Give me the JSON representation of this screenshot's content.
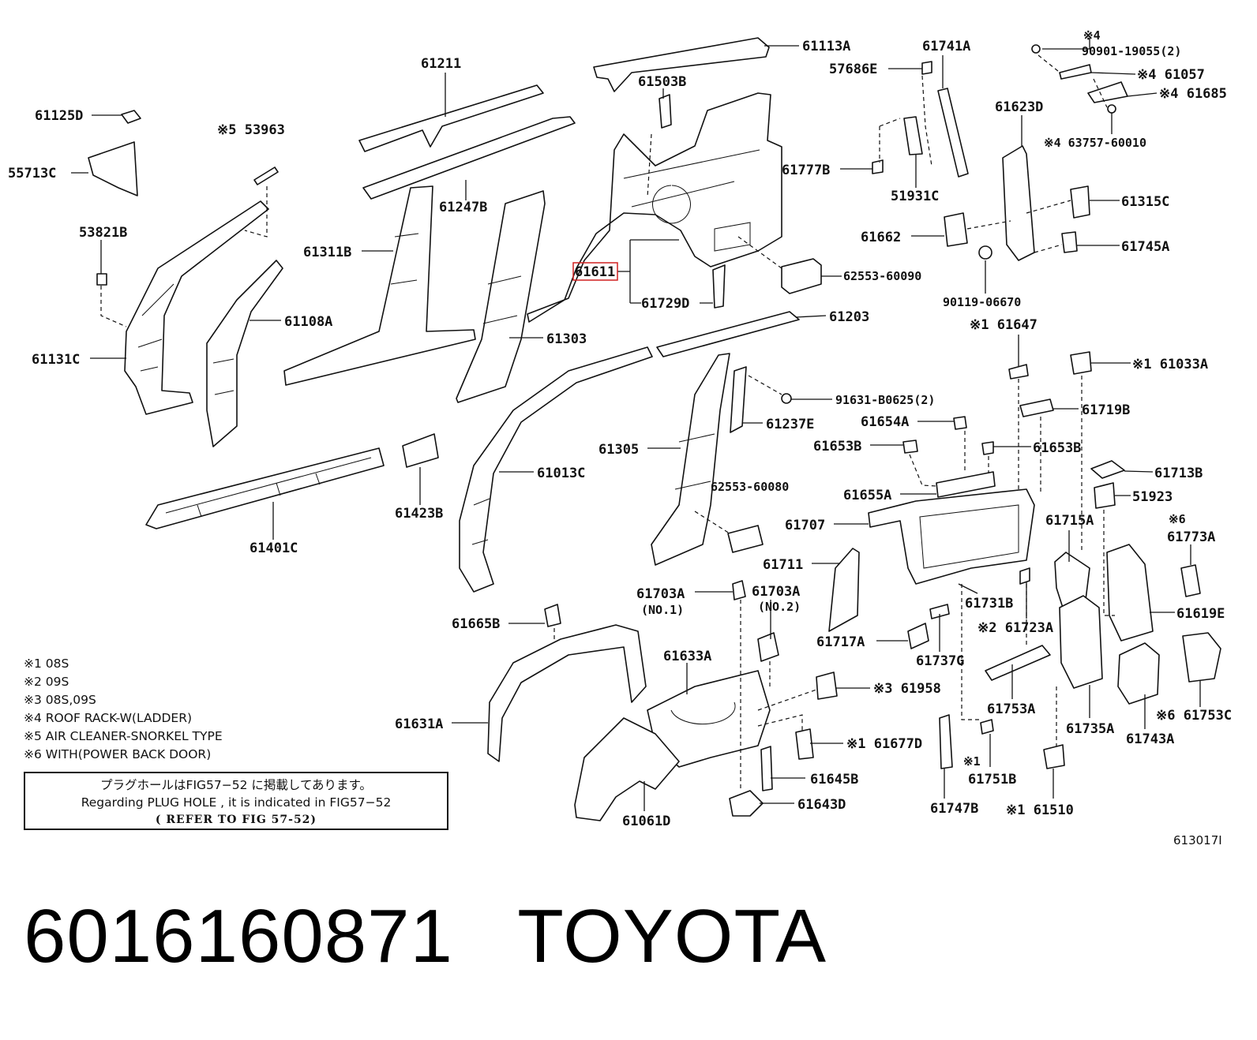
{
  "labels": {
    "p61211": "61211",
    "p61113A": "61113A",
    "p61741A": "61741A",
    "p57686E": "57686E",
    "p61503B": "61503B",
    "p90901": "90901-19055(2)",
    "p90901_mark": "※4",
    "p61057": "※4 61057",
    "p61685": "※4 61685",
    "p63757": "※4 63757-60010",
    "p61125D": "61125D",
    "p53963": "※5 53963",
    "p55713C": "55713C",
    "p61247B": "61247B",
    "p61623D": "61623D",
    "p61777B": "61777B",
    "p51931C": "51931C",
    "p61315C": "61315C",
    "p53821B": "53821B",
    "p61311B": "61311B",
    "p61662": "61662",
    "p61745A": "61745A",
    "p61611": "61611",
    "p62553_60090": "62553-60090",
    "p61108A": "61108A",
    "p61729D": "61729D",
    "p90119": "90119-06670",
    "p61203": "61203",
    "p61647": "※1 61647",
    "p61131C": "61131C",
    "p61303": "61303",
    "p61033A": "※1 61033A",
    "p91631": "91631-B0625(2)",
    "p61719B": "61719B",
    "p61237E": "61237E",
    "p61654A": "61654A",
    "p61653B_l": "61653B",
    "p61653B_r": "61653B",
    "p61305": "61305",
    "p61013C": "61013C",
    "p61713B": "61713B",
    "p62553_60080": "62553-60080",
    "p61655A": "61655A",
    "p51923": "51923",
    "p61423B": "61423B",
    "p61707": "61707",
    "p61715A": "61715A",
    "p61773A_mark": "※6",
    "p61773A": "61773A",
    "p61401C": "61401C",
    "p61711": "61711",
    "p61703A_1": "61703A",
    "p61703A_1_sub": "(NO.1)",
    "p61703A_2": "61703A",
    "p61703A_2_sub": "(NO.2)",
    "p61731B": "61731B",
    "p61665B": "61665B",
    "p61723A": "※2 61723A",
    "p61619E": "61619E",
    "p61717A": "61717A",
    "p61633A": "61633A",
    "p61737G": "61737G",
    "p61958": "※3 61958",
    "p61753A": "61753A",
    "p61735A": "61735A",
    "p61743A": "61743A",
    "p61753C": "※6 61753C",
    "p61631A": "61631A",
    "p61677D": "※1 61677D",
    "p61751B_mark": "※1",
    "p61751B": "61751B",
    "p61645B": "61645B",
    "p61643D": "61643D",
    "p61747B": "61747B",
    "p61510": "※1 61510",
    "p61061D": "61061D"
  },
  "highlighted_part": "61611",
  "highlight_color": "#d02020",
  "notes": [
    "※1 08S",
    "※2 09S",
    "※3 08S,09S",
    "※4 ROOF RACK-W(LADDER)",
    "※5 AIR CLEANER-SNORKEL TYPE",
    "※6 WITH(POWER BACK DOOR)"
  ],
  "reference_box": {
    "line1": "プラグホールはFIG57−52 に掲載してあります。",
    "line2": "Regarding PLUG HOLE , it is indicated in FIG57−52",
    "line3": "(   REFER TO FIG 57-52)"
  },
  "figure_id": "613017I",
  "bottom_title": "6016160871   TOYOTA"
}
